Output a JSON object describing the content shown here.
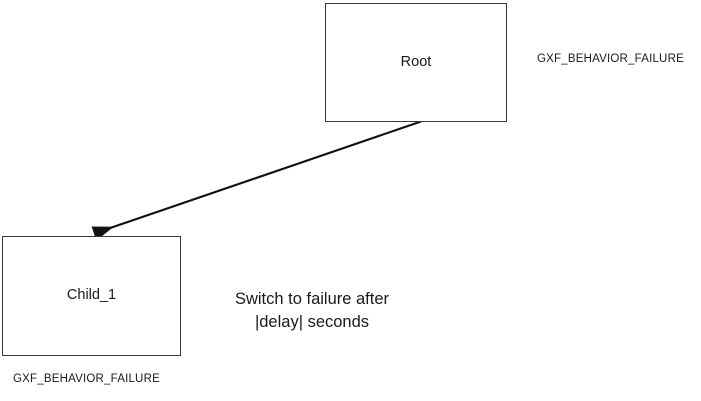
{
  "diagram": {
    "background_color": "#ffffff",
    "stroke_color": "#3a3a3a",
    "text_color": "#1a1a1a",
    "nodes": [
      {
        "id": "root",
        "label": "Root",
        "status_label": "GXF_BEHAVIOR_FAILURE"
      },
      {
        "id": "child_1",
        "label": "Child_1",
        "status_label": "GXF_BEHAVIOR_FAILURE"
      }
    ],
    "edges": [
      {
        "id": "root-to-child1",
        "from": "root",
        "to": "child_1",
        "arrow": "to",
        "annotation_line_1": "Switch to failure after",
        "annotation_line_2": "|delay| seconds"
      }
    ]
  }
}
